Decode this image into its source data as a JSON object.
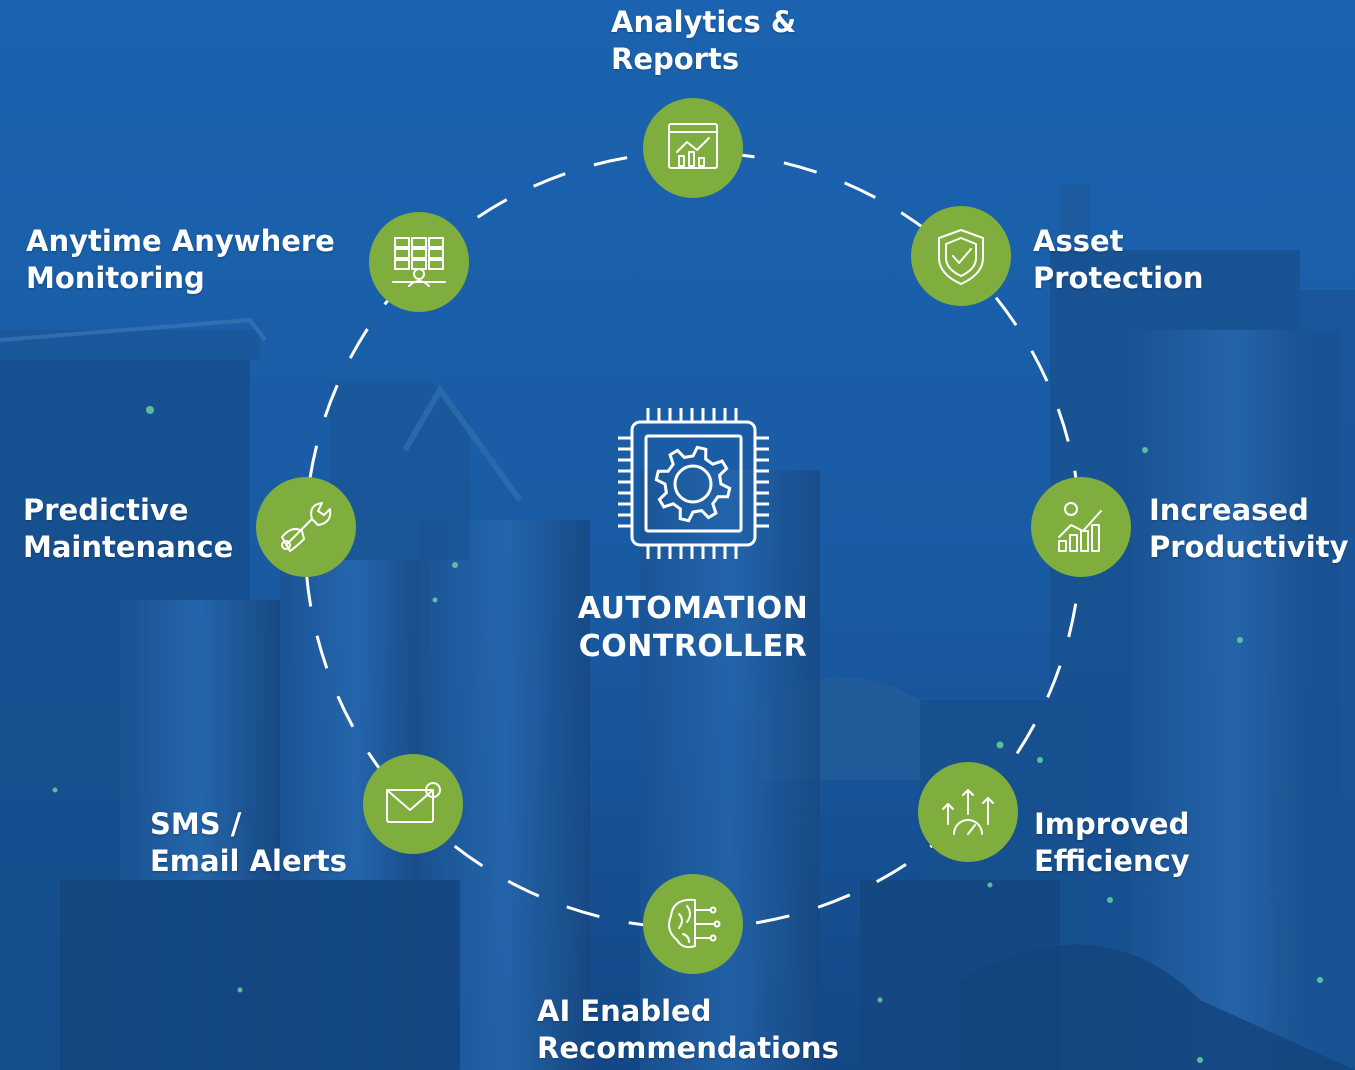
{
  "center": {
    "line1": "AUTOMATION",
    "line2": "CONTROLLER",
    "icon": "processor-gear-icon"
  },
  "colors": {
    "background": "#1a5ea8",
    "node_fill": "#7fae3f",
    "ring_stroke": "#ffffff",
    "text": "#ffffff"
  },
  "features": [
    {
      "id": "analytics",
      "lines": [
        "Analytics &",
        "Reports"
      ],
      "icon": "analytics-dashboard-icon"
    },
    {
      "id": "asset",
      "lines": [
        "Asset",
        "Protection"
      ],
      "icon": "shield-check-icon"
    },
    {
      "id": "productivity",
      "lines": [
        "Increased",
        "Productivity"
      ],
      "icon": "growth-chart-icon"
    },
    {
      "id": "efficiency",
      "lines": [
        "Improved",
        "Efficiency"
      ],
      "icon": "speedometer-arrows-icon"
    },
    {
      "id": "ai",
      "lines": [
        "AI Enabled",
        "Recommendations"
      ],
      "icon": "brain-circuit-icon"
    },
    {
      "id": "alerts",
      "lines": [
        "SMS /",
        "Email Alerts"
      ],
      "icon": "envelope-notification-icon"
    },
    {
      "id": "maintenance",
      "lines": [
        "Predictive",
        "Maintenance"
      ],
      "icon": "wrench-hand-icon"
    },
    {
      "id": "monitoring",
      "lines": [
        "Anytime Anywhere",
        "Monitoring"
      ],
      "icon": "monitoring-station-icon"
    }
  ]
}
